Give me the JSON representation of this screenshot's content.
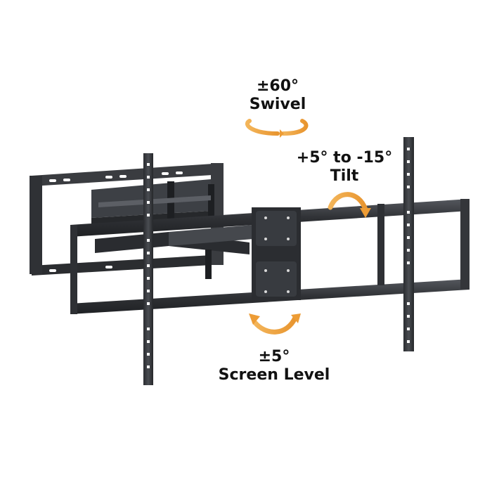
{
  "annotations": {
    "swivel": {
      "value": "±60°",
      "label": "Swivel"
    },
    "tilt": {
      "value": "+5° to -15°",
      "label": "Tilt"
    },
    "level": {
      "value": "±5°",
      "label": "Screen Level"
    }
  },
  "colors": {
    "metal": "#2d2f33",
    "metal_dark": "#1e2023",
    "metal_light": "#5a5d63",
    "arrow": "#f0a23c",
    "background": "#ffffff"
  }
}
